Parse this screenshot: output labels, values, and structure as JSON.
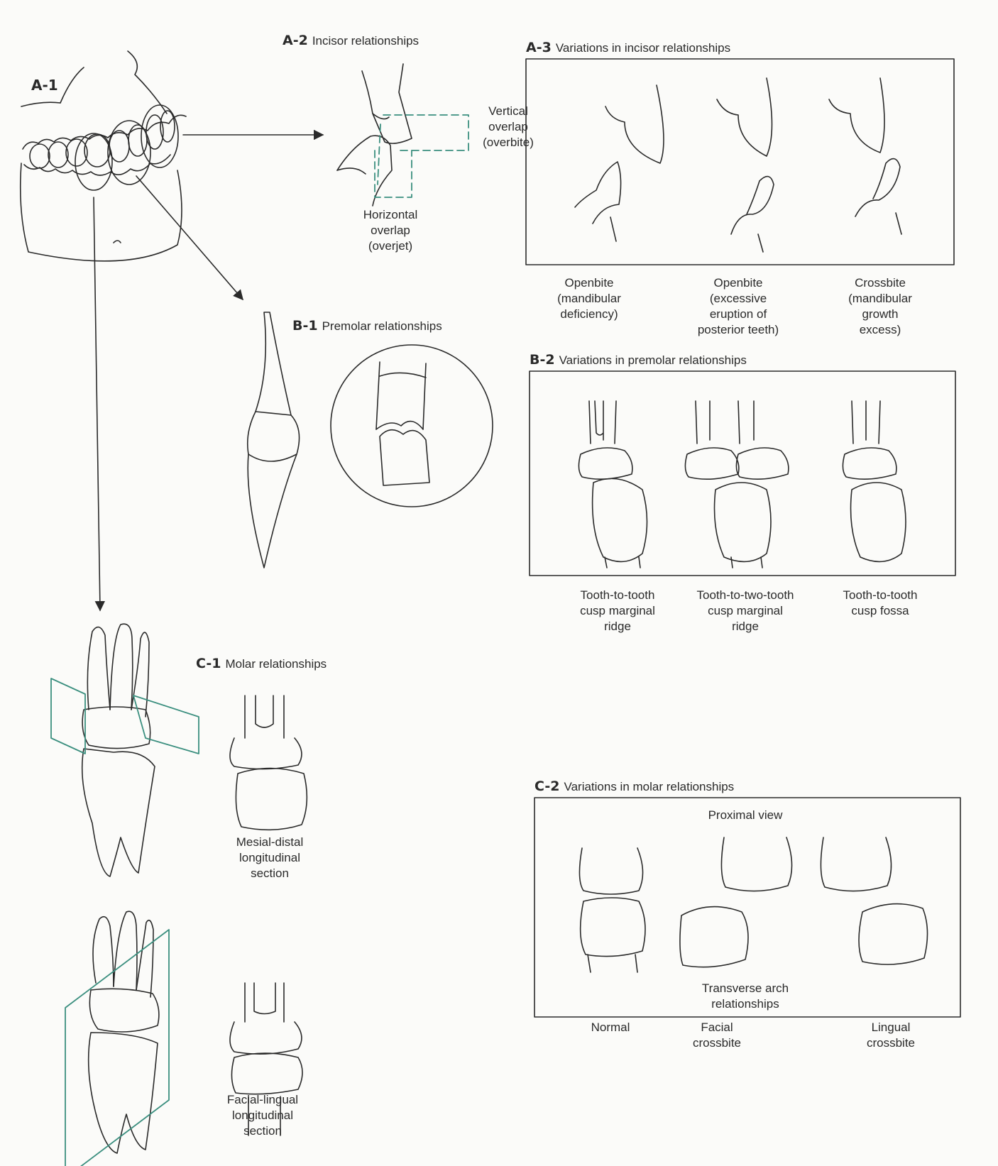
{
  "colors": {
    "ink": "#2a2a2a",
    "accent": "#3b8f7f",
    "paper": "#fbfbf9"
  },
  "a1": {
    "label": "A-1"
  },
  "a2": {
    "tag": "A-2",
    "title": "Incisor relationships",
    "vertical": "Vertical\noverlap\n(overbite)",
    "horizontal": "Horizontal\noverlap\n(overjet)"
  },
  "a3": {
    "tag": "A-3",
    "title": "Variations in incisor relationships",
    "captions": [
      "Openbite\n(mandibular\ndeficiency)",
      "Openbite\n(excessive\neruption of\nposterior teeth)",
      "Crossbite\n(mandibular\ngrowth\nexcess)"
    ]
  },
  "b1": {
    "tag": "B-1",
    "title": "Premolar relationships"
  },
  "b2": {
    "tag": "B-2",
    "title": "Variations in premolar relationships",
    "captions": [
      "Tooth-to-tooth\ncusp marginal\nridge",
      "Tooth-to-two-tooth\ncusp marginal\nridge",
      "Tooth-to-tooth\ncusp fossa"
    ]
  },
  "c1": {
    "tag": "C-1",
    "title": "Molar relationships",
    "section1": "Mesial-distal\nlongitudinal\nsection",
    "section2": "Facial-lingual\nlongitudinal\nsection"
  },
  "c2": {
    "tag": "C-2",
    "title": "Variations in molar relationships",
    "proximal": "Proximal view",
    "transverse": "Transverse arch\nrelationships",
    "captions": [
      "Normal",
      "Facial\ncrossbite",
      "Lingual\ncrossbite"
    ]
  }
}
